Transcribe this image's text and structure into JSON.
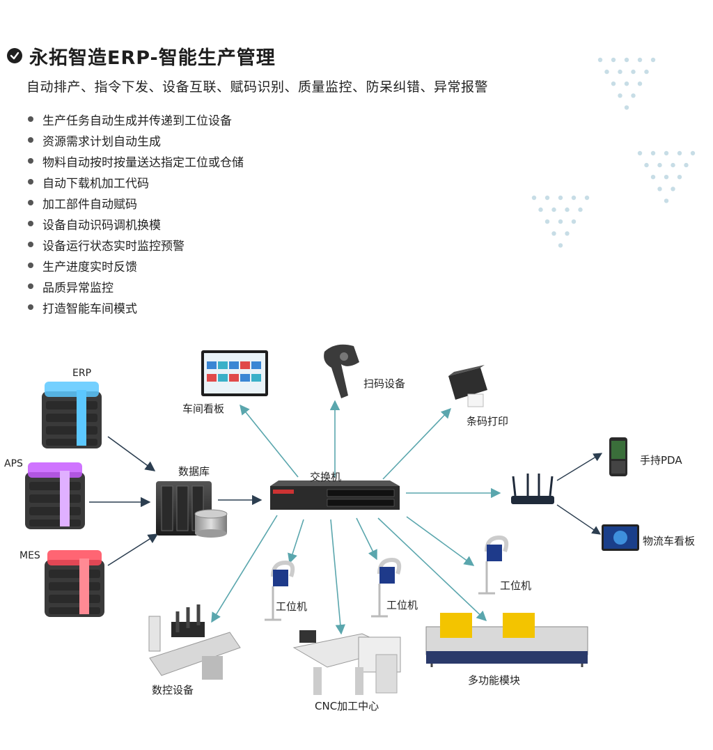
{
  "header": {
    "title": "永拓智造ERP-智能生产管理",
    "subtitle": "自动排产、指令下发、设备互联、赋码识别、质量监控、防呆纠错、异常报警"
  },
  "features": [
    "生产任务自动生成并传递到工位设备",
    "资源需求计划自动生成",
    "物料自动按时按量送达指定工位或仓储",
    "自动下载机加工代码",
    "加工部件自动赋码",
    "设备自动识码调机换模",
    "设备运行状态实时监控预警",
    "生产进度实时反馈",
    "品质异常监控",
    "打造智能车间模式"
  ],
  "diagram": {
    "sources": {
      "erp": "ERP",
      "aps": "APS",
      "mes": "MES"
    },
    "database": "数据库",
    "switch": "交换机",
    "workshop_board": "车间看板",
    "scanner": "扫码设备",
    "barcode_printer": "条码打印",
    "handheld_pda": "手持PDA",
    "logistics_board": "物流车看板",
    "workstation_a": "工位机",
    "workstation_b": "工位机",
    "workstation_c": "工位机",
    "cnc_equipment": "数控设备",
    "cnc_center": "CNC加工中心",
    "multi_module": "多功能模块"
  },
  "colors": {
    "teal_arrow": "#5aa6ad",
    "dark_arrow": "#2c3e50",
    "dot_pattern": "#c7dde6",
    "erp_glow": "#5cc8ff",
    "aps_glow": "#c75cff",
    "mes_glow": "#ff4a5a"
  }
}
